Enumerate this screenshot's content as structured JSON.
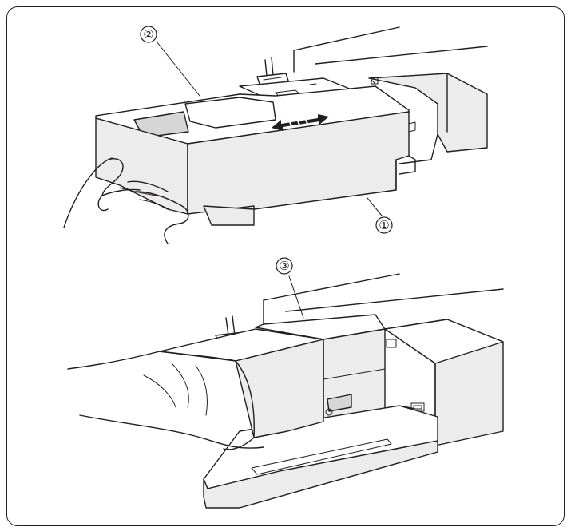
{
  "callouts": {
    "c1": "①",
    "c2": "②",
    "c3": "③"
  },
  "colors": {
    "line": "#231f20",
    "shade": "#ececec",
    "background": "#ffffff"
  }
}
